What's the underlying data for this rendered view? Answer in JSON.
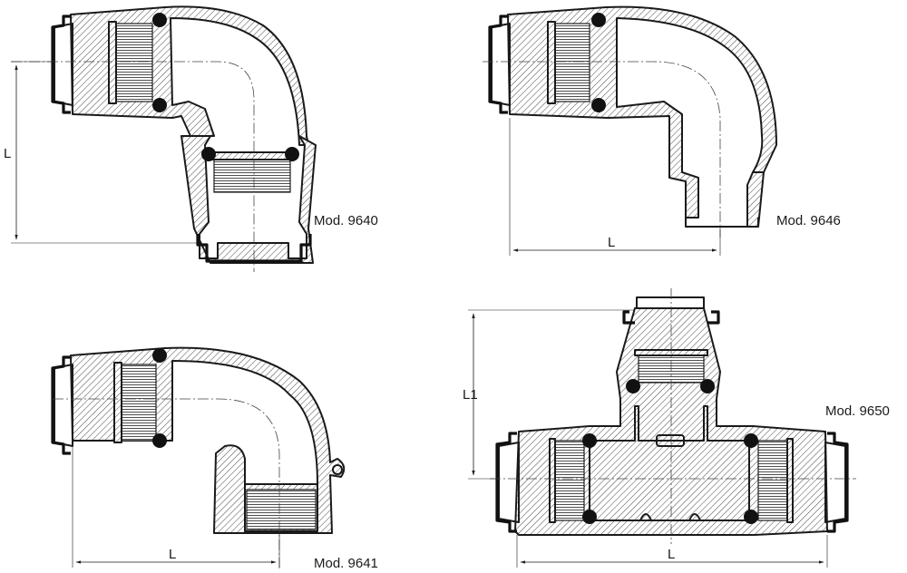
{
  "figures": [
    {
      "model": "Mod. 9640",
      "dimension": "L"
    },
    {
      "model": "Mod. 9646",
      "dimension": "L"
    },
    {
      "model": "Mod. 9641",
      "dimension": "L"
    },
    {
      "model": "Mod. 9650",
      "dimensions": [
        "L1",
        "L"
      ]
    }
  ]
}
